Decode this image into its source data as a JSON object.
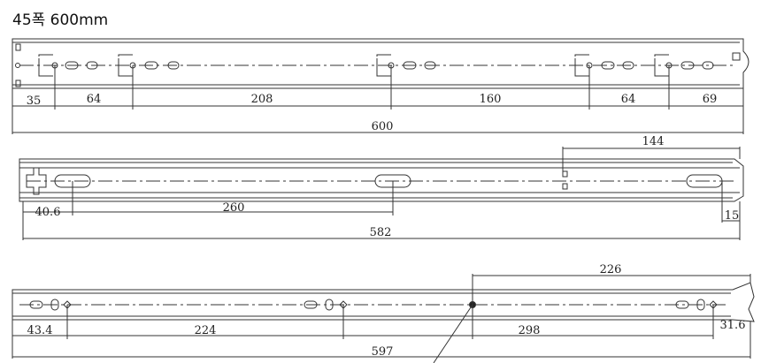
{
  "title": "45폭 600mm",
  "rail1": {
    "dims": [
      "35",
      "64",
      "208",
      "160",
      "64",
      "69"
    ],
    "total": "600"
  },
  "rail2": {
    "dims": [
      "40.6",
      "260"
    ],
    "right_top": "144",
    "right_end": "15",
    "total": "582"
  },
  "rail3": {
    "dims": [
      "43.4",
      "224",
      "298"
    ],
    "right_top": "226",
    "right_end": "31.6",
    "total": "597"
  }
}
